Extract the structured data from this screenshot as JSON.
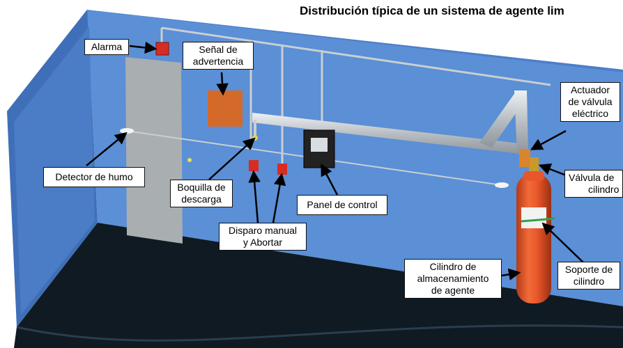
{
  "title": "Distribución típica de un sistema de agente lim",
  "labels": {
    "alarm": "Alarma",
    "warning_sign_1": "Señal de",
    "warning_sign_2": "advertencia",
    "smoke_detector": "Detector de humo",
    "nozzle_1": "Boquilla de",
    "nozzle_2": "descarga",
    "control_panel": "Panel de control",
    "manual_1": "Disparo manual",
    "manual_2": "y Abortar",
    "storage_1": "Cilindro de",
    "storage_2": "almacenamiento",
    "storage_3": "de agente",
    "actuator_1": "Actuador",
    "actuator_2": "de válvula",
    "actuator_3": "eléctrico",
    "valve_1": "Válvula de",
    "valve_2": "cilindro",
    "bracket_1": "Soporte de",
    "bracket_2": "cilindro"
  },
  "colors": {
    "wall_back": "#5b8fd6",
    "wall_side": "#3f6fb8",
    "wall_top": "#4d7ec8",
    "floor": "#0f1a22",
    "door": "#a9aeb0",
    "cylinder": "#e8572a",
    "device_red": "#d62c24",
    "sign_orange": "#d36a2a",
    "pipe": "#c9ced2",
    "arrow": "#000000"
  }
}
